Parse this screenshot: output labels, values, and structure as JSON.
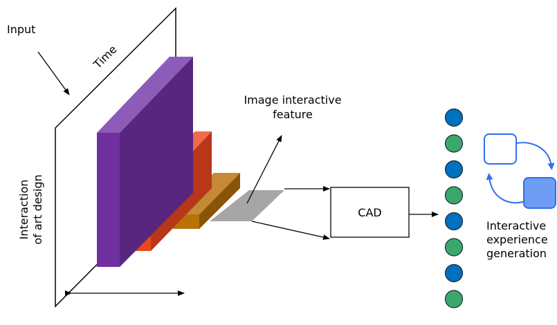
{
  "labels": {
    "input": "Input",
    "time": "Time",
    "y_axis_line1": "Interaction",
    "y_axis_line2": "of art design",
    "feature_line1": "Image interactive",
    "feature_line2": "feature",
    "cad": "CAD",
    "output_line1": "Interactive",
    "output_line2": "experience",
    "output_line3": "generation"
  },
  "colors": {
    "purple_front": "#7030a0",
    "purple_side": "#58267f",
    "purple_top": "#8d5bb8",
    "red_front": "#e64a19",
    "red_side": "#b8371a",
    "red_top": "#ef6b4c",
    "brown_front": "#b8720a",
    "brown_side": "#8a5406",
    "brown_top": "#c48a35",
    "gray_plane": "#a6a6a6",
    "node_blue": "#0070c0",
    "node_green": "#3aa86b",
    "cycle_blue": "#2f6fe8",
    "cycle_fill": "#6f9cf5"
  },
  "output_nodes": [
    "blue",
    "green",
    "blue",
    "green",
    "blue",
    "green",
    "blue",
    "green"
  ]
}
